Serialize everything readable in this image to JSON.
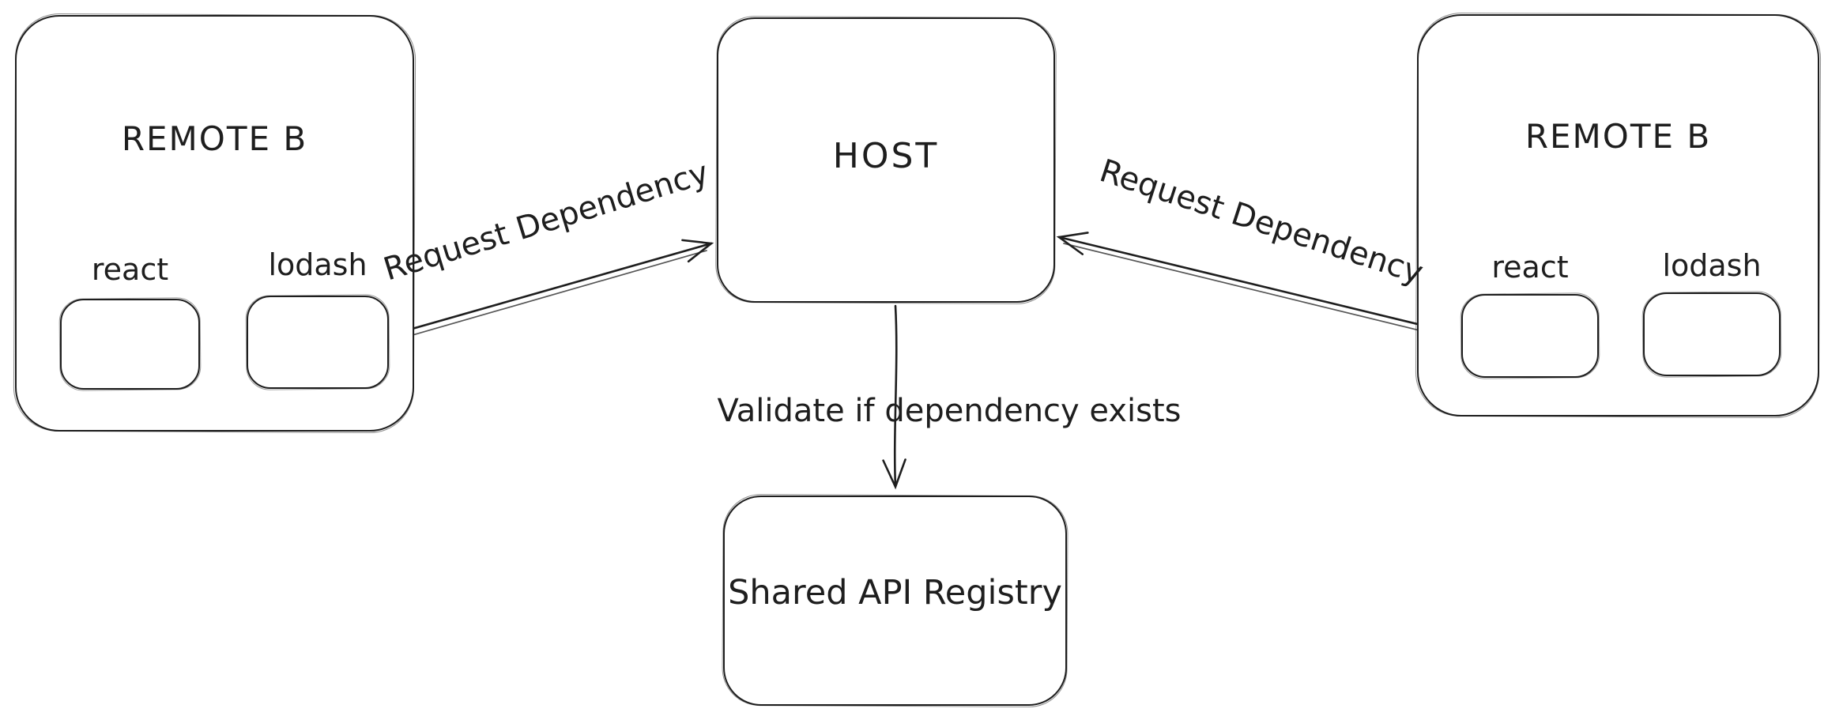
{
  "diagram": {
    "background": "#ffffff",
    "ink_color": "#1e1e1e",
    "type": "module-federation-flow",
    "nodes": {
      "remote_left": {
        "title": "REMOTE B",
        "packages": [
          {
            "label": "react"
          },
          {
            "label": "lodash"
          }
        ]
      },
      "host": {
        "title": "HOST"
      },
      "remote_right": {
        "title": "REMOTE B",
        "packages": [
          {
            "label": "react"
          },
          {
            "label": "lodash"
          }
        ]
      },
      "registry": {
        "title": "Shared API Registry"
      }
    },
    "edges": {
      "left_request": {
        "label": "Request Dependency",
        "from": "remote_left",
        "to": "host"
      },
      "right_request": {
        "label": "Request Dependency",
        "from": "remote_right",
        "to": "host"
      },
      "validate": {
        "label": "Validate if dependency exists",
        "from": "host",
        "to": "registry"
      }
    }
  }
}
